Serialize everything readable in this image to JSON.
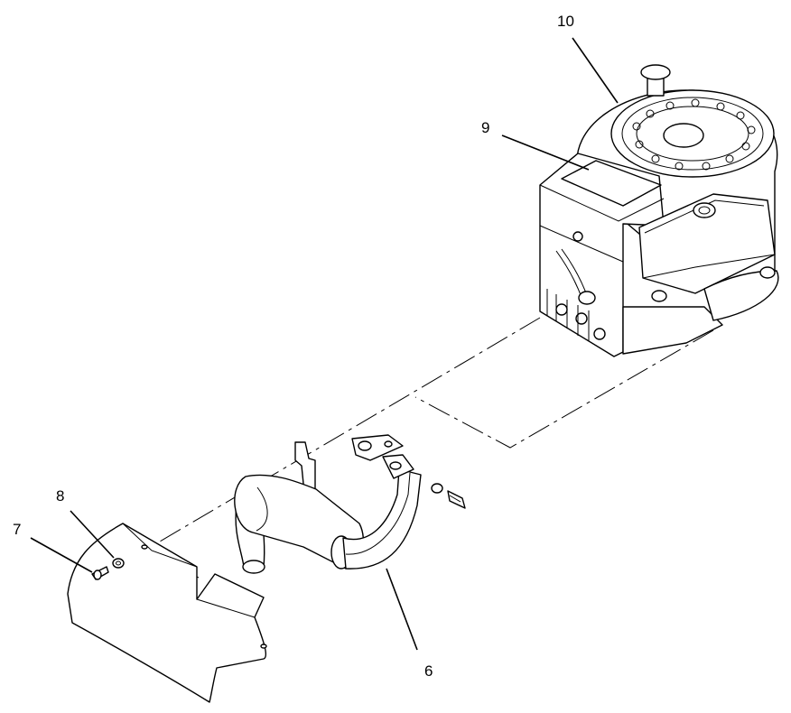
{
  "callouts": {
    "c6": "6",
    "c7": "7",
    "c8": "8",
    "c9": "9",
    "c10": "10"
  }
}
